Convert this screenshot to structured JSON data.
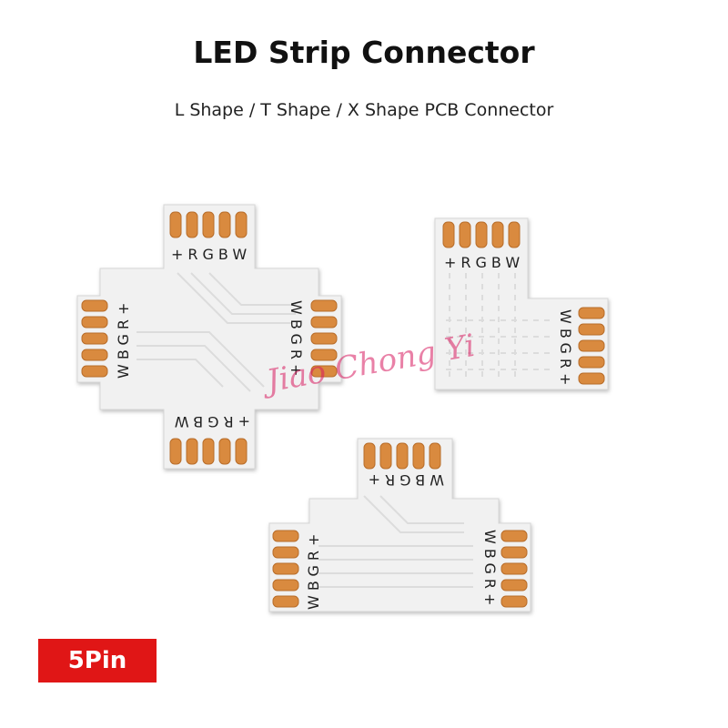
{
  "header": {
    "title": "LED Strip Connector",
    "subtitle": "L Shape / T Shape / X Shape PCB Connector"
  },
  "watermark": "Jiao Chong Yi",
  "badge": {
    "label": "5Pin",
    "color": "#e01616"
  },
  "pin_labels": {
    "x_top": "+RGBW",
    "x_left": "WBGR+",
    "x_right": "WBGR+",
    "x_bottom": "+RGBW",
    "l_top": "+RGBW",
    "l_right": "WBGR+",
    "t_top": "WBGR+",
    "t_left": "WBGR+",
    "t_right": "WBGR+"
  },
  "colors": {
    "pad": "#d98a3f",
    "board": "#f1f1f1"
  }
}
